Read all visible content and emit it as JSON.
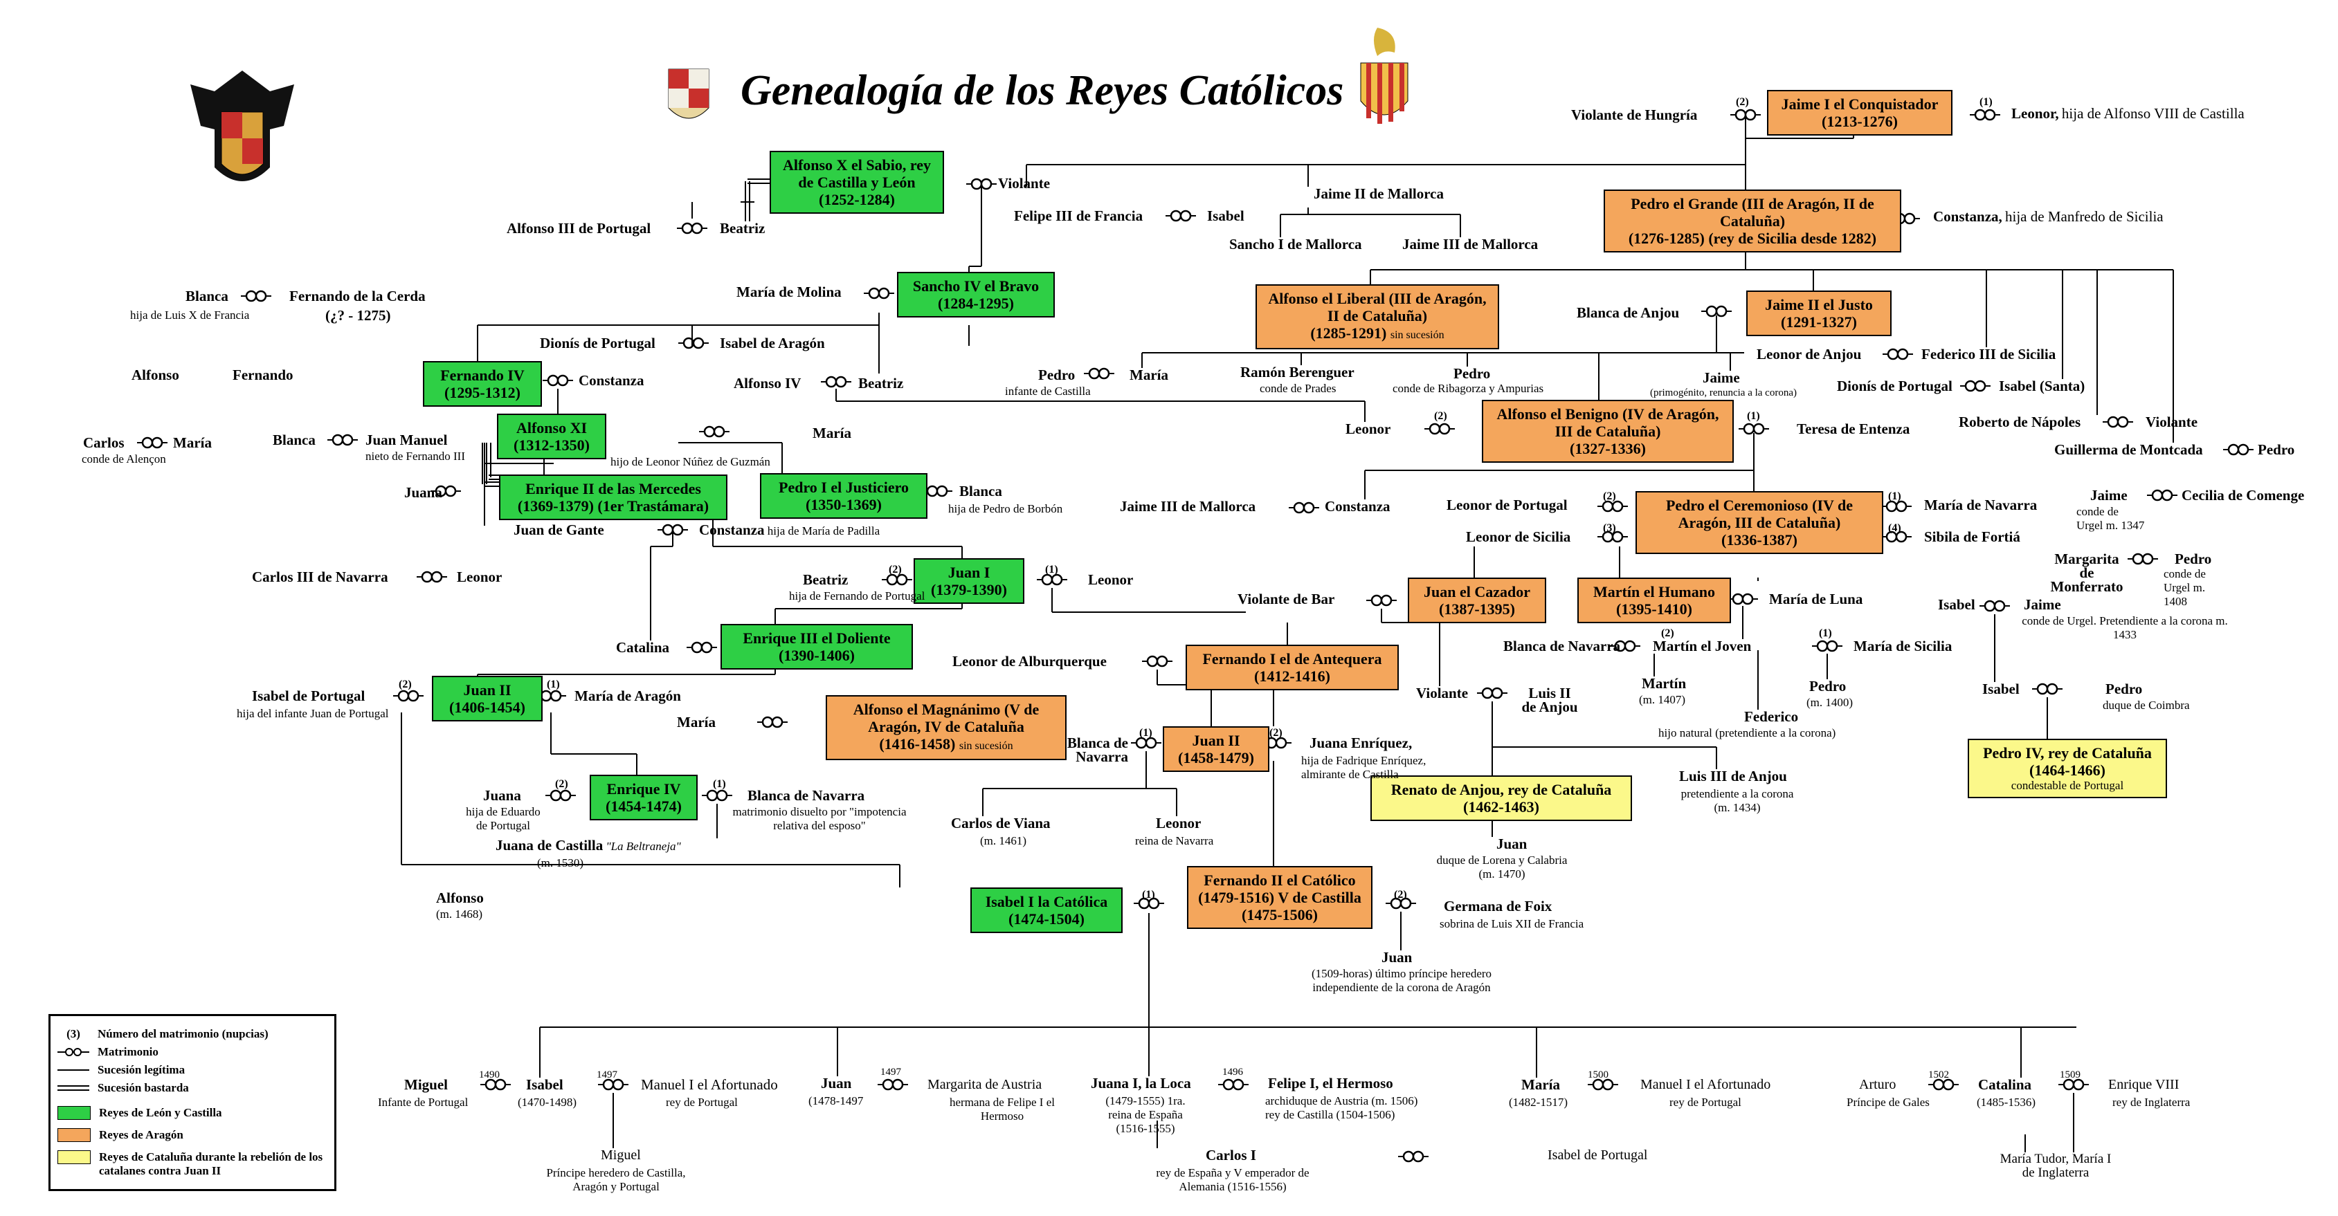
{
  "title": "Genealogía de los Reyes Católicos",
  "colors": {
    "castilla": "#2ecf45",
    "aragon": "#f4a65c",
    "cataluna": "#fbf88a"
  },
  "legend": {
    "rows": [
      {
        "symbol": "(3)",
        "label": "Número del matrimonio  (nupcias)"
      },
      {
        "symbol": "-o-o-",
        "label": "Matrimonio"
      },
      {
        "symbol": "line",
        "label": "Sucesión legítima"
      },
      {
        "symbol": "double-line",
        "label": "Sucesión bastarda"
      },
      {
        "symbol": "swatch-castilla",
        "label": "Reyes de León y Castilla"
      },
      {
        "symbol": "swatch-aragon",
        "label": "Reyes de Aragón"
      },
      {
        "symbol": "swatch-cataluna",
        "label": "Reyes de Cataluña durante la rebelión de los catalanes contra Juan II"
      }
    ]
  },
  "nodes": {
    "jaime1": {
      "t": "Jaime I el Conquistador",
      "s": "(1213-1276)"
    },
    "alfonso10": {
      "t": "Alfonso X el Sabio, rey de Castilla y León",
      "s": "(1252-1284)"
    },
    "pedro3": {
      "t": "Pedro el Grande (III de Aragón, II de Cataluña)",
      "s": "(1276-1285)  (rey de Sicilia desde 1282)"
    },
    "sancho4": {
      "t": "Sancho IV el Bravo",
      "s": "(1284-1295)"
    },
    "alfonso3": {
      "t": "Alfonso el Liberal (III de Aragón, II de Cataluña)",
      "s": "(1285-1291)",
      "note": "sin sucesión"
    },
    "jaime2": {
      "t": "Jaime II el Justo",
      "s": "(1291-1327)"
    },
    "fernando4": {
      "t": "Fernando IV",
      "s": "(1295-1312)"
    },
    "alfonso11": {
      "t": "Alfonso XI",
      "s": "(1312-1350)"
    },
    "alfonso4": {
      "t": "Alfonso el Benigno (IV de Aragón, III de Cataluña)",
      "s": "(1327-1336)"
    },
    "enrique2": {
      "t": "Enrique II  de las Mercedes",
      "s": "(1369-1379) (1er Trastámara)"
    },
    "pedro1": {
      "t": "Pedro I el Justiciero",
      "s": "(1350-1369)"
    },
    "pedro4": {
      "t": "Pedro el Ceremonioso (IV de Aragón, III de Cataluña)",
      "s": "(1336-1387)"
    },
    "juan1c": {
      "t": "Juan I",
      "s": "(1379-1390)"
    },
    "juan1a": {
      "t": "Juan el Cazador",
      "s": "(1387-1395)"
    },
    "martin1": {
      "t": "Martín el Humano",
      "s": "(1395-1410)"
    },
    "enrique3": {
      "t": "Enrique III el Doliente",
      "s": "(1390-1406)"
    },
    "fernando1": {
      "t": "Fernando I el de Antequera",
      "s": "(1412-1416)"
    },
    "juan2c": {
      "t": "Juan II",
      "s": "(1406-1454)"
    },
    "alfonso5": {
      "t": "Alfonso el Magnánimo (V de Aragón, IV de Cataluña",
      "s": "(1416-1458)",
      "note": "sin sucesión"
    },
    "juan2a": {
      "t": "Juan II",
      "s": "(1458-1479)"
    },
    "enrique4": {
      "t": "Enrique IV",
      "s": "(1454-1474)"
    },
    "renato": {
      "t": "Renato de Anjou, rey de Cataluña",
      "s": "(1462-1463)"
    },
    "pedro4cat": {
      "t": "Pedro IV, rey de Cataluña",
      "s": "(1464-1466)",
      "note": "condestable de Portugal"
    },
    "isabel1": {
      "t": "Isabel I la Católica",
      "s": "(1474-1504)"
    },
    "fernando2": {
      "t": "Fernando II el Católico (1479-1516) V de Castilla",
      "s": "(1475-1506)"
    }
  },
  "people": {
    "violante_hungria": "Violante de Hungría",
    "leonor_castilla": "Leonor,",
    "leonor_castilla_note": "hija de Alfonso VIII de Castilla",
    "violante": "Violante",
    "beatriz_port": "Beatriz",
    "alfonso3_portugal": "Alfonso III de Portugal",
    "jaime2_mallorca": "Jaime II de Mallorca",
    "sancho1_mallorca": "Sancho I de Mallorca",
    "jaime3_mallorca": "Jaime III de Mallorca",
    "felipe3": "Felipe III de Francia",
    "isabel_fr": "Isabel",
    "constanza_sic": "Constanza,",
    "constanza_sic_note": "hija de Manfredo de Sicilia",
    "blanca": "Blanca",
    "blanca_note": "hija de Luis X de Francia",
    "fernando_cerda": "Fernando de la Cerda",
    "fernando_cerda_dates": "(¿? - 1275)",
    "maria_molina": "María de Molina",
    "dionis1": "Dionís de Portugal",
    "isabel_aragon": "Isabel de Aragón",
    "alfonso_cerda": "Alfonso",
    "fernando_cerda2": "Fernando",
    "constanza_port": "Constanza",
    "alfonso4_port": "Alfonso IV",
    "beatriz2": "Beatriz",
    "blanca_anjou": "Blanca de Anjou",
    "pedro_cast": "Pedro",
    "pedro_cast_note": "infante de Castilla",
    "maria_a": "María",
    "ramon_b": "Ramón Berenguer",
    "ramon_b_note": "conde de Prades",
    "pedro_riba": "Pedro",
    "pedro_riba_note": "conde de Ribagorza y Ampurias",
    "jaime_prim": "Jaime",
    "jaime_prim_note": "(primogénito, renuncia a la corona)",
    "leonor_anjou": "Leonor de Anjou",
    "federico3": "Federico III de Sicilia",
    "dionis2": "Dionís de Portugal",
    "isabel_santa": "Isabel (Santa)",
    "roberto_napoles": "Roberto de Nápoles",
    "violante2": "Violante",
    "guillerma": "Guillerma de Montcada",
    "pedro_g": "Pedro",
    "carlos_alencon": "Carlos",
    "carlos_alencon_note": "conde de Alençon",
    "maria_c": "María",
    "blanca2": "Blanca",
    "juan_manuel": "Juan Manuel",
    "juan_manuel_note": "nieto de Fernando III",
    "maria_port": "María",
    "hijo_leonor": "hijo de Leonor Núñez de Guzmán",
    "leonor_c": "Leonor",
    "teresa_entenza": "Teresa de Entenza",
    "juana": "Juana",
    "blanca_borbon": "Blanca",
    "blanca_borbon_note": "hija de Pedro de Borbón",
    "juan_gante": "Juan de Gante",
    "constanza_padilla": "Constanza",
    "constanza_padilla_note": "hija de María de Padilla",
    "jaime3_mallorca2": "Jaime III de Mallorca",
    "constanza3": "Constanza",
    "leonor_portugal": "Leonor de Portugal",
    "leonor_sicilia": "Leonor de Sicilia",
    "maria_navarra": "María de Navarra",
    "sibila": "Sibila de Fortiá",
    "jaime_urgel": "Jaime",
    "jaime_urgel_note": "conde de Urgel m. 1347",
    "cecilia": "Cecilia de Comenge",
    "carlos3_navarra": "Carlos III de Navarra",
    "leonor_nav": "Leonor",
    "beatriz_juan1": "Beatriz",
    "beatriz_juan1_note": "hija de Fernando de Portugal",
    "leonor_juan1": "Leonor",
    "margarita_monferrato": "Margarita de Monferrato",
    "pedro_urgel": "Pedro",
    "pedro_urgel_note": "conde de Urgel m. 1408",
    "violante_bar": "Violante de Bar",
    "maria_luna": "María de Luna",
    "isabel_urgel": "Isabel",
    "jaime_urgel2": "Jaime",
    "jaime_urgel2_note": "conde de Urgel. Pretendiente a la corona m. 1433",
    "catalina": "Catalina",
    "blanca_navarra": "Blanca de Navarra",
    "martin_joven": "Martín el Joven",
    "maria_sicilia": "María de Sicilia",
    "martin_1407": "Martín",
    "martin_1407_note": "(m. 1407)",
    "pedro_1400": "Pedro",
    "pedro_1400_note": "(m. 1400)",
    "leonor_alburquerque": "Leonor de Alburquerque",
    "isabel_coimbra": "Isabel",
    "pedro_coimbra": "Pedro",
    "pedro_coimbra_note": "duque de Coimbra",
    "isabel_portugal": "Isabel de Portugal",
    "isabel_portugal_note": "hija del infante Juan de Portugal",
    "maria_aragon": "María de Aragón",
    "violante_anjou": "Violante",
    "luis2": "Luis II de Anjou",
    "federico_nat": "Federico",
    "federico_nat_note": "hijo natural (pretendiente a la corona)",
    "maria_b": "María",
    "blanca_navarra2": "Blanca de Navarra",
    "juana_enriquez": "Juana Enríquez,",
    "juana_enriquez_note": "hija de Fadrique Enríquez, almirante de Castilla",
    "juana_port": "Juana",
    "juana_port_note": "hija de Eduardo de Portugal",
    "blanca_navarra3": "Blanca de Navarra",
    "blanca_navarra3_note": "matrimonio disuelto por \"impotencia relativa del esposo\"",
    "luis3": "Luis III de Anjou",
    "luis3_note": "pretendiente a la corona (m. 1434)",
    "carlos_viana": "Carlos de Viana",
    "carlos_viana_note": "(m. 1461)",
    "leonor_navarra": "Leonor",
    "leonor_navarra_note": "reina de Navarra",
    "juana_beltraneja": "Juana de Castilla",
    "juana_beltraneja_note": "\"La Beltraneja\"",
    "juana_beltraneja_date": "(m. 1530)",
    "juan_lorena": "Juan",
    "juan_lorena_note": "duque de Lorena y Calabria (m. 1470)",
    "alfonso_1468": "Alfonso",
    "alfonso_1468_note": "(m. 1468)",
    "germana": "Germana de Foix",
    "germana_note": "sobrina de Luis XII de Francia",
    "juan_1509": "Juan",
    "juan_1509_note": "(1509-horas) último príncipe heredero independiente de la corona de Aragón",
    "miguel_port": "Miguel",
    "miguel_port_note": "Infante de Portugal",
    "isabel_h": "Isabel",
    "isabel_h_note": "(1470-1498)",
    "manuel1": "Manuel I el Afortunado",
    "manuel1_note": "rey de Portugal",
    "juan_h": "Juan",
    "juan_h_note": "(1478-1497",
    "margarita_austria": "Margarita de Austria",
    "margarita_austria_note": "hermana de Felipe I el Hermoso",
    "juana_loca": "Juana I, la Loca",
    "juana_loca_note": "(1479-1555) 1ra. reina de España (1516-1555)",
    "felipe1": "Felipe I, el Hermoso",
    "felipe1_note": "archiduque de Austria (m. 1506) rey de Castilla (1504-1506)",
    "maria_h": "María",
    "maria_h_note": "(1482-1517)",
    "manuel1b": "Manuel I el Afortunado",
    "manuel1b_note": "rey de Portugal",
    "arturo": "Arturo",
    "arturo_note": "Príncipe de Gales",
    "catalina_h": "Catalina",
    "catalina_h_note": "(1485-1536)",
    "enrique8": "Enrique VIII",
    "enrique8_note": "rey de Inglaterra",
    "miguel_h": "Miguel",
    "miguel_h_note": "Príncipe heredero de Castilla, Aragón y Portugal",
    "carlos1": "Carlos I",
    "carlos1_note": "rey de España y V emperador de Alemania (1516-1556)",
    "isabel_portugal2": "Isabel de Portugal",
    "maria_tudor": "María Tudor, María I de Inglaterra"
  },
  "marks": {
    "m2": "(2)",
    "m1": "(1)",
    "m3": "(3)",
    "m4": "(4)",
    "y1490": "1490",
    "y1497": "1497",
    "y1497b": "1497",
    "y1496": "1496",
    "y1500": "1500",
    "y1502": "1502",
    "y1509": "1509"
  }
}
